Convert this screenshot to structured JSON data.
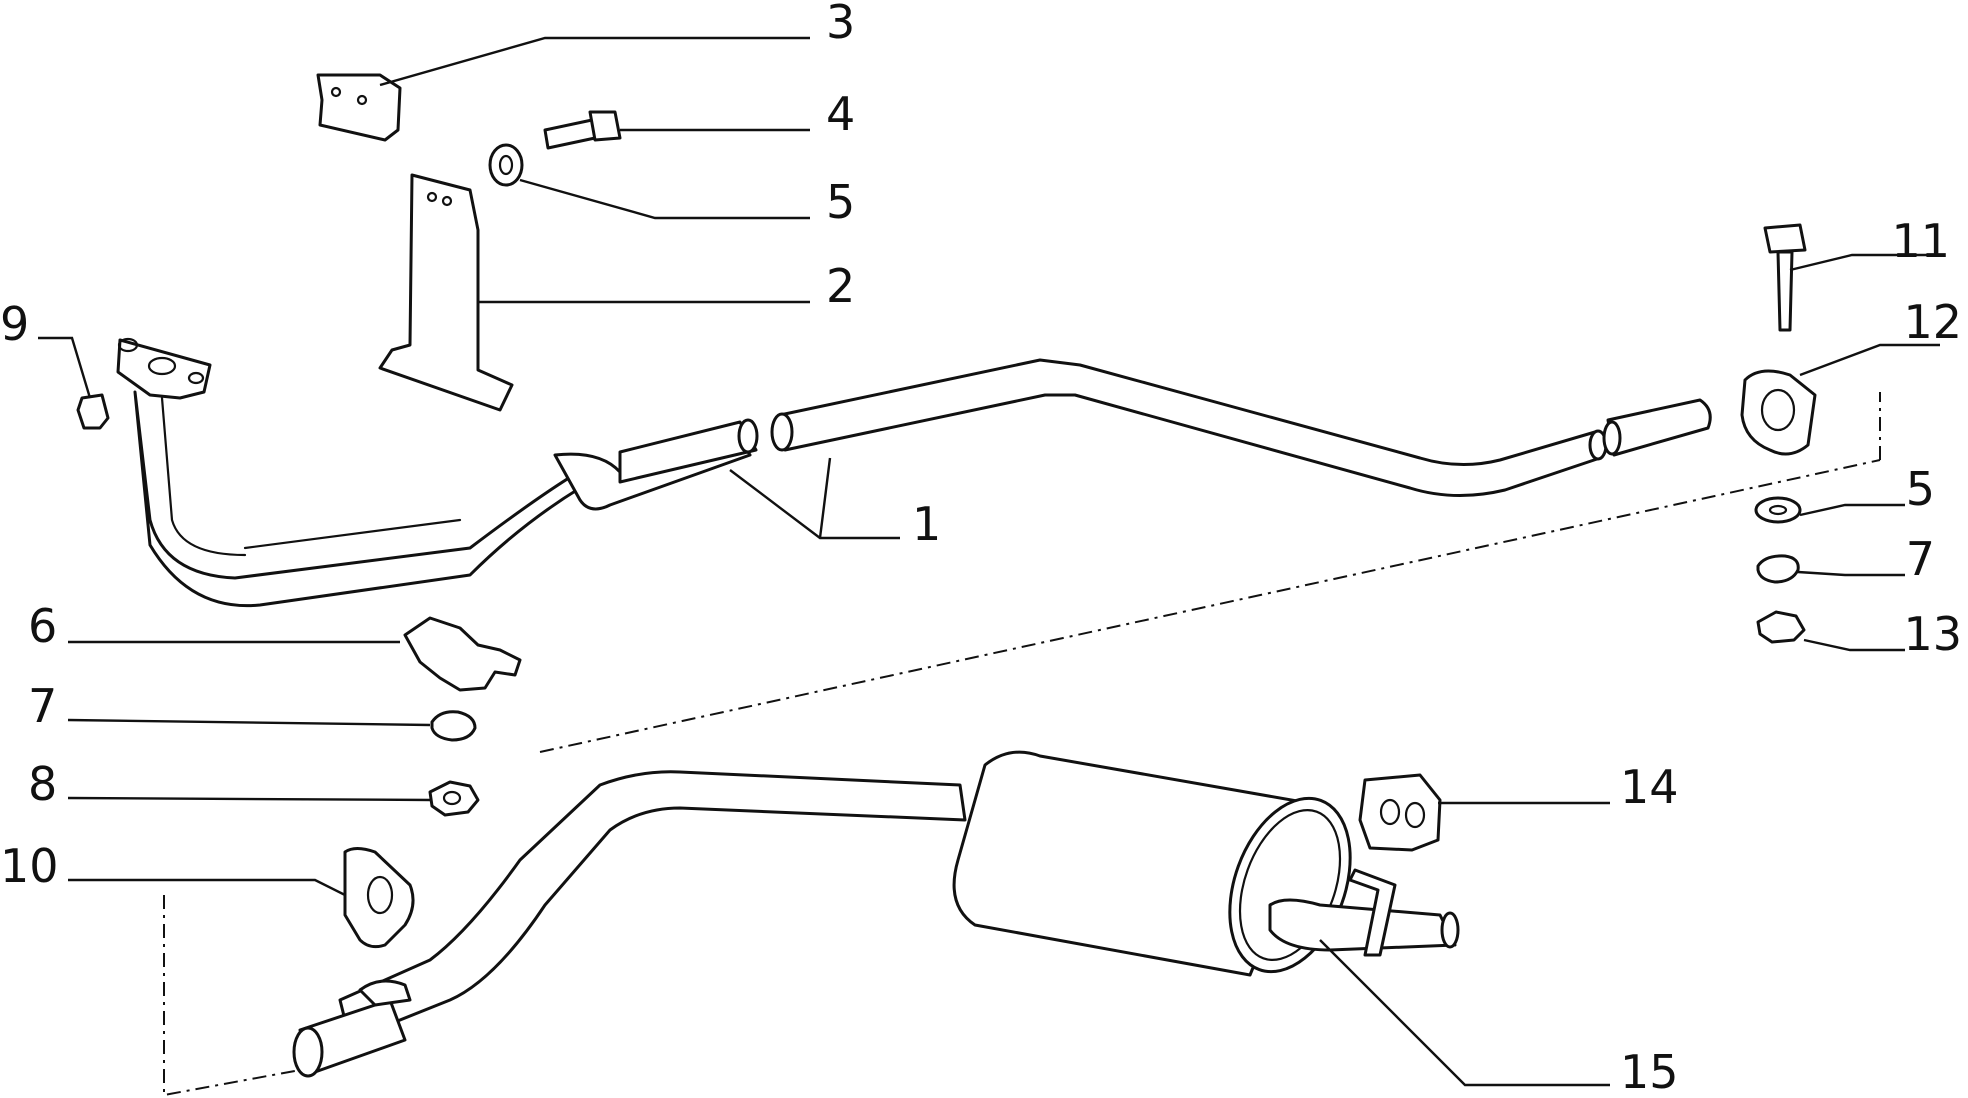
{
  "callouts": [
    {
      "id": "c1",
      "label": "1"
    },
    {
      "id": "c2",
      "label": "2"
    },
    {
      "id": "c3",
      "label": "3"
    },
    {
      "id": "c4",
      "label": "4"
    },
    {
      "id": "c5a",
      "label": "5"
    },
    {
      "id": "c5b",
      "label": "5"
    },
    {
      "id": "c6",
      "label": "6"
    },
    {
      "id": "c7a",
      "label": "7"
    },
    {
      "id": "c7b",
      "label": "7"
    },
    {
      "id": "c8",
      "label": "8"
    },
    {
      "id": "c9",
      "label": "9"
    },
    {
      "id": "c10",
      "label": "10"
    },
    {
      "id": "c11",
      "label": "11"
    },
    {
      "id": "c12",
      "label": "12"
    },
    {
      "id": "c13",
      "label": "13"
    },
    {
      "id": "c14",
      "label": "14"
    },
    {
      "id": "c15",
      "label": "15"
    }
  ],
  "colors": {
    "ink": "#111111",
    "background": "#ffffff"
  }
}
